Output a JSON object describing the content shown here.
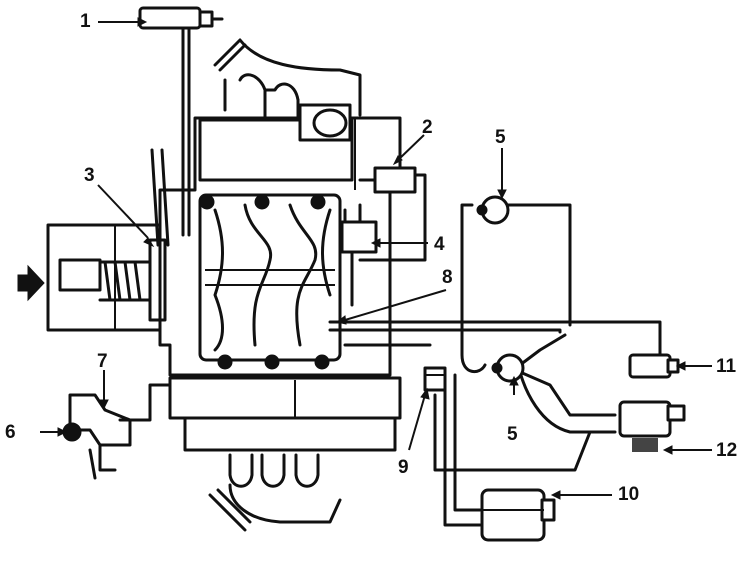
{
  "labels": [
    {
      "id": "1",
      "text": "1",
      "component": "component 1"
    },
    {
      "id": "2",
      "text": "2",
      "component": "component 2"
    },
    {
      "id": "3",
      "text": "3",
      "component": "component 3"
    },
    {
      "id": "4",
      "text": "4",
      "component": "component 4"
    },
    {
      "id": "5a",
      "text": "5",
      "component": "component 5 (upper)"
    },
    {
      "id": "5b",
      "text": "5",
      "component": "component 5 (lower)"
    },
    {
      "id": "6",
      "text": "6",
      "component": "component 6"
    },
    {
      "id": "7",
      "text": "7",
      "component": "component 7"
    },
    {
      "id": "8",
      "text": "8",
      "component": "component 8"
    },
    {
      "id": "9",
      "text": "9",
      "component": "component 9"
    },
    {
      "id": "10",
      "text": "10",
      "component": "component 10"
    },
    {
      "id": "11",
      "text": "11",
      "component": "component 11"
    },
    {
      "id": "12",
      "text": "12",
      "component": "component 12"
    }
  ]
}
